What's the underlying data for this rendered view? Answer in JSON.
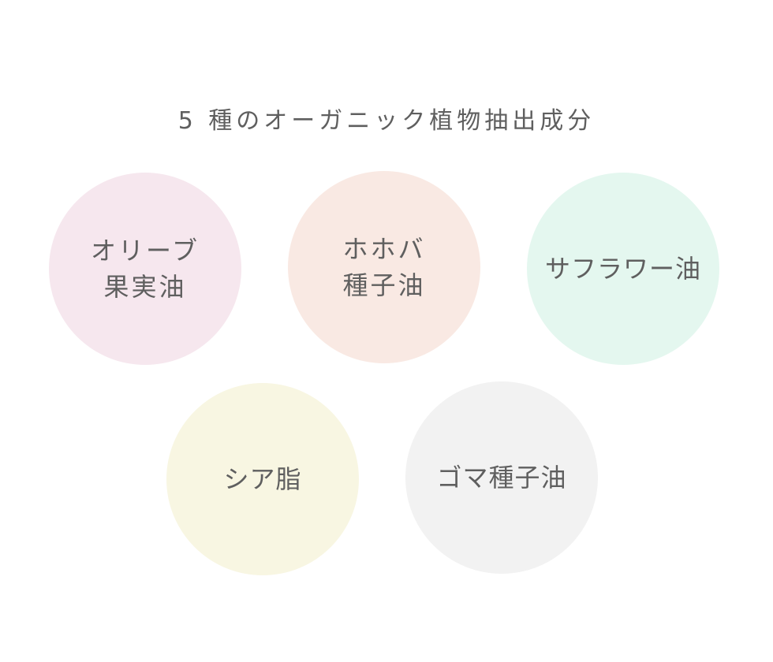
{
  "heading": "5 種のオーガニック植物抽出成分",
  "ingredients": [
    {
      "lines": [
        "オリーブ",
        "果実油"
      ],
      "color": "#f6e7ee"
    },
    {
      "lines": [
        "ホホバ",
        "種子油"
      ],
      "color": "#f9e9e3"
    },
    {
      "lines": [
        "サフラワー油"
      ],
      "color": "#e4f7ef"
    },
    {
      "lines": [
        "シア脂"
      ],
      "color": "#f8f6e2"
    },
    {
      "lines": [
        "ゴマ種子油"
      ],
      "color": "#f2f2f2"
    }
  ]
}
